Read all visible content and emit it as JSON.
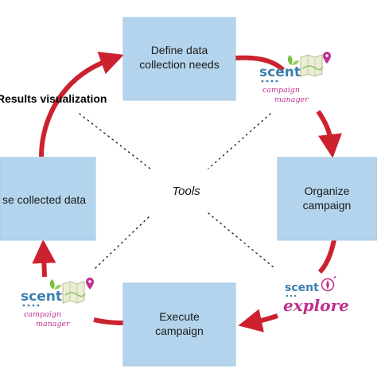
{
  "boxes": {
    "define": {
      "line1": "Define data",
      "line2": "collection needs"
    },
    "organize": {
      "line1": "Organize",
      "line2": "campaign"
    },
    "execute": {
      "line1": "Execute",
      "line2": "campaign"
    },
    "use": {
      "line1": "se collected data"
    }
  },
  "heading": "Results visualization",
  "center_label": "Tools",
  "logos": {
    "top_right": {
      "brand": "scent",
      "line1": "campaign",
      "line2": "manager"
    },
    "bottom_left": {
      "brand": "scent",
      "line1": "campaign",
      "line2": "manager"
    },
    "bottom_right": {
      "brand": "scent",
      "sub": "explore"
    }
  },
  "colors": {
    "box_fill": "#b3d4ec",
    "box_stroke": "#a3c7e3",
    "arrow": "#cc2230",
    "brand_blue": "#3d7fae",
    "brand_magenta": "#c0308f"
  }
}
